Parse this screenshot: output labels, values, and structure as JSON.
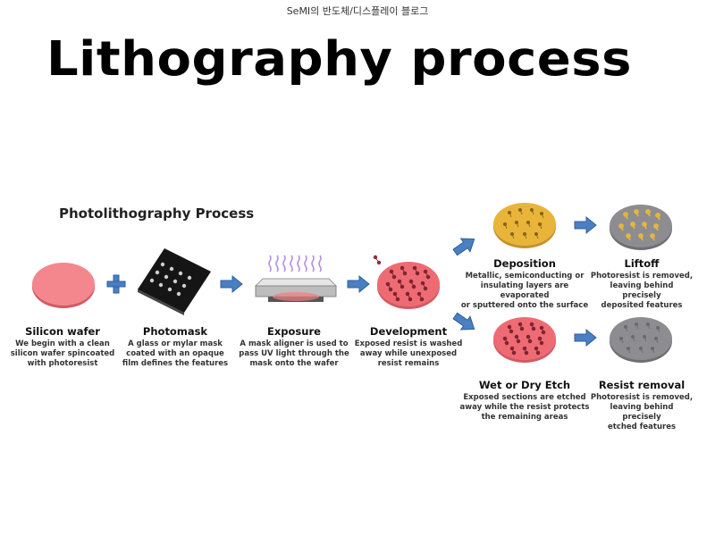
{
  "blog": {
    "name": "SeMI의 반도체/디스플레이 블로그"
  },
  "page": {
    "title": "Lithography process"
  },
  "diagram": {
    "title": "Photolithography Process",
    "steps": {
      "silicon_wafer": {
        "title": "Silicon wafer",
        "desc": [
          "We begin with a clean",
          "silicon wafer spincoated",
          "with photoresist"
        ]
      },
      "photomask": {
        "title": "Photomask",
        "desc": [
          "A glass or mylar mask",
          "coated with an opaque",
          "film defines the features"
        ]
      },
      "exposure": {
        "title": "Exposure",
        "desc": [
          "A mask aligner is used to",
          "pass UV light through the",
          "mask onto the wafer"
        ]
      },
      "development": {
        "title": "Development",
        "desc": [
          "Exposed resist is washed",
          "away while unexposed",
          "resist remains"
        ]
      },
      "deposition": {
        "title": "Deposition",
        "desc": [
          "Metallic, semiconducting or",
          "insulating layers are evaporated",
          "or sputtered onto the surface"
        ]
      },
      "liftoff": {
        "title": "Liftoff",
        "desc": [
          "Photoresist is removed,",
          "leaving behind precisely",
          "deposited features"
        ]
      },
      "wet_dry_etch": {
        "title": "Wet or Dry Etch",
        "desc": [
          "Exposed sections are etched",
          "away while the resist protects",
          "the remaining areas"
        ]
      },
      "resist_removal": {
        "title": "Resist removal",
        "desc": [
          "Photoresist is removed,",
          "leaving behind precisely",
          "etched features"
        ]
      }
    },
    "colors": {
      "resist_pink": "#ef6b74",
      "wafer_pink": "#f4878e",
      "gold": "#e8b53a",
      "gray": "#8d8d91",
      "arrow_blue": "#4a7fc1",
      "mask_black": "#151515"
    }
  }
}
